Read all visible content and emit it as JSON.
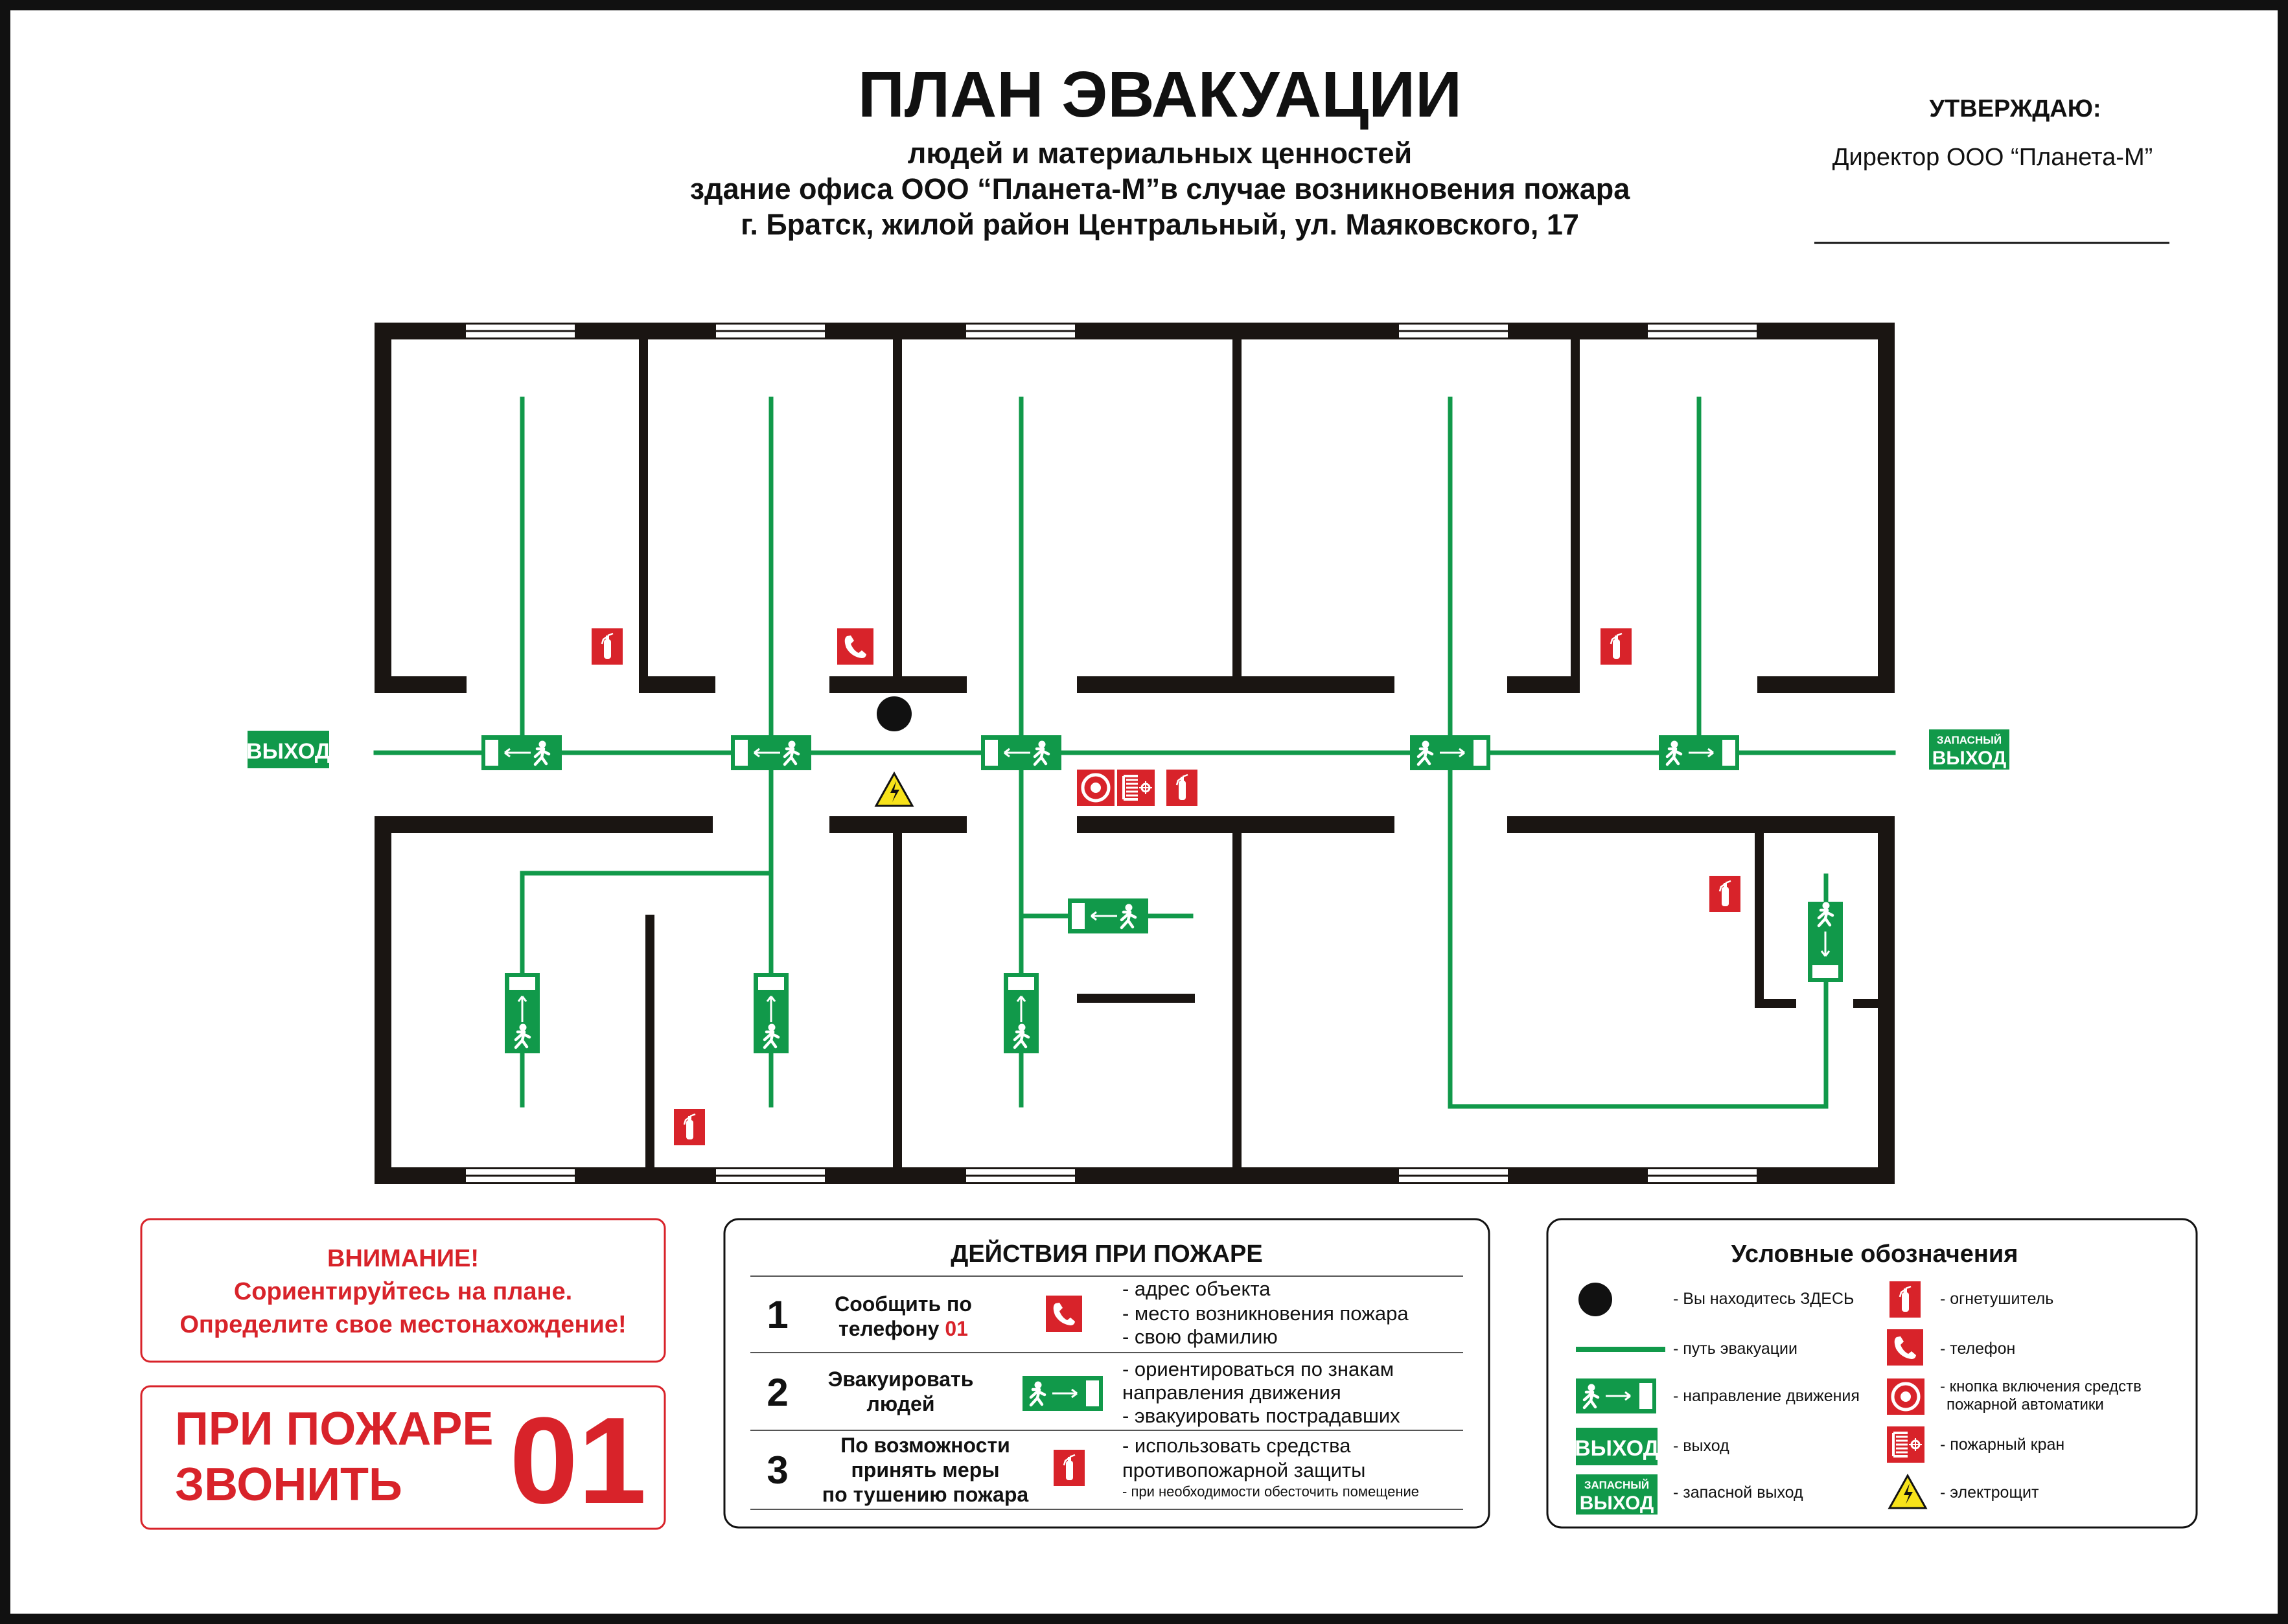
{
  "header": {
    "title": "ПЛАН ЭВАКУАЦИИ",
    "subtitle_1": "людей и материальных ценностей",
    "subtitle_2": "здание офиса ООО “Планета-М”в случае возникновения пожара",
    "subtitle_3": "г. Братск, жилой район Центральный, ул. Маяковского, 17"
  },
  "approval": {
    "label": "УТВЕРЖДАЮ:",
    "position": "Директор ООО “Планета-М”"
  },
  "plan": {
    "exit_label": "ВЫХОД",
    "spare_exit_line1": "ЗАПАСНЫЙ",
    "spare_exit_line2": "ВЫХОД"
  },
  "attention": {
    "line1": "ВНИМАНИЕ!",
    "line2": "Сориентируйтесь на плане.",
    "line3": "Определите свое местонахождение!"
  },
  "call": {
    "line1": "ПРИ ПОЖАРЕ",
    "line2": "ЗВОНИТЬ",
    "number": "01"
  },
  "actions": {
    "title": "ДЕЙСТВИЯ ПРИ ПОЖАРЕ",
    "rows": [
      {
        "num": "1",
        "label1": "Сообщить по",
        "label2": "телефону",
        "label2_red": "01",
        "details": [
          "- адрес объекта",
          "- место возникновения пожара",
          "- свою фамилию"
        ]
      },
      {
        "num": "2",
        "label1": "Эвакуировать",
        "label2": "людей",
        "details": [
          "- ориентироваться по знакам",
          "направления движения",
          "- эвакуировать пострадавших"
        ]
      },
      {
        "num": "3",
        "label1": "По возможности",
        "label2": "принять меры",
        "label3": "по тушению пожара",
        "details": [
          "- использовать средства",
          "противопожарной защиты",
          "- при необходимости обесточить помещение"
        ]
      }
    ]
  },
  "legend": {
    "title": "Условные обозначения",
    "left": [
      {
        "icon": "you-are-here-dot",
        "text": "- Вы находитесь ЗДЕСЬ"
      },
      {
        "icon": "evacuation-path-line",
        "text": "- путь эвакуации"
      },
      {
        "icon": "direction-sign",
        "text": "- направление движения"
      },
      {
        "icon": "exit-sign",
        "text": "- выход"
      },
      {
        "icon": "spare-exit-sign",
        "text": "- запасной выход"
      }
    ],
    "right": [
      {
        "icon": "extinguisher-icon",
        "text": "- огнетушитель"
      },
      {
        "icon": "phone-icon",
        "text": "- телефон"
      },
      {
        "icon": "fire-alarm-button-icon",
        "text": "- кнопка включения средств",
        "text2": "пожарной автоматики"
      },
      {
        "icon": "fire-hydrant-icon",
        "text": "- пожарный кран"
      },
      {
        "icon": "electrical-panel-icon",
        "text": "- электрощит"
      }
    ]
  },
  "colors": {
    "wall": "#1a1512",
    "path_green": "#11994a",
    "sign_red": "#d8232a",
    "text_red": "#d8232a",
    "frame": "#111111"
  }
}
